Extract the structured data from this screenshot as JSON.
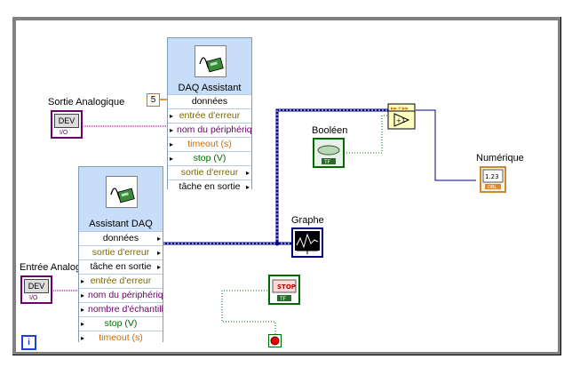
{
  "while_loop": {
    "info_label": "i"
  },
  "sortie": {
    "label": "Sortie Analogique",
    "terminal_text": "DEV",
    "io_text": "I/O"
  },
  "entree": {
    "label": "Entrée Analogique",
    "terminal_text": "DEV",
    "io_text": "I/O"
  },
  "constant_value": "5",
  "daq_assistant_top": {
    "title": "DAQ Assistant",
    "rows": [
      {
        "label": "données",
        "color": "data"
      },
      {
        "label": "entrée d'erreur",
        "color": "err"
      },
      {
        "label": "nom du périphériq",
        "color": "dev"
      },
      {
        "label": "timeout (s)",
        "color": "num"
      },
      {
        "label": "stop (V)",
        "color": "bool"
      },
      {
        "label": "sortie d'erreur",
        "color": "err"
      },
      {
        "label": "tâche en sortie",
        "color": "task"
      }
    ]
  },
  "daq_assistant_bottom": {
    "title": "Assistant DAQ",
    "rows": [
      {
        "label": "données",
        "color": "data"
      },
      {
        "label": "sortie d'erreur",
        "color": "err"
      },
      {
        "label": "tâche en sortie",
        "color": "task"
      },
      {
        "label": "entrée d'erreur",
        "color": "err"
      },
      {
        "label": "nom du périphériq",
        "color": "dev"
      },
      {
        "label": "nombre d'échantill",
        "color": "dev"
      },
      {
        "label": "stop (V)",
        "color": "bool"
      },
      {
        "label": "timeout (s)",
        "color": "num"
      }
    ]
  },
  "booleen": {
    "label": "Booléen",
    "tf": "TF"
  },
  "numerique": {
    "label": "Numérique",
    "value": "1.23",
    "type": "DBL"
  },
  "graphe": {
    "label": "Graphe"
  },
  "stop_button": {
    "label": "STOP",
    "tf": "TF"
  },
  "colors": {
    "loop_border": "#808080",
    "dynamic_wire": "#000080",
    "error_wire": "#6a006a",
    "bool_wire": "#006a00",
    "numeric_wire": "#e07000",
    "daq_header": "#c8ddf7"
  }
}
